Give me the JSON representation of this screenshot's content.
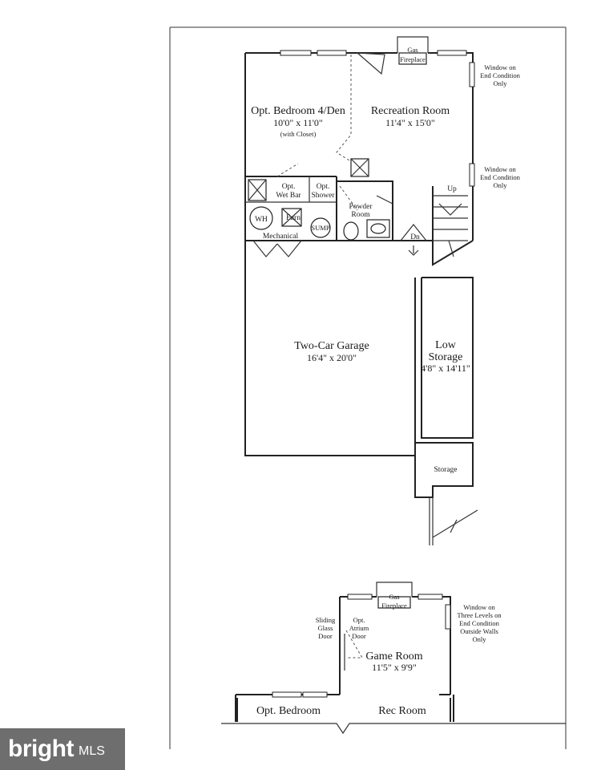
{
  "rooms": {
    "bedroom4": {
      "name": "Opt. Bedroom 4/Den",
      "dims": "10'0\" x 11'0\"",
      "note": "(with Closet)"
    },
    "recreation": {
      "name": "Recreation Room",
      "dims": "11'4\" x 15'0\""
    },
    "garage": {
      "name": "Two-Car Garage",
      "dims": "16'4\" x 20'0\""
    },
    "low_storage": {
      "line1": "Low",
      "line2": "Storage",
      "dims": "4'8\" x 14'11\""
    },
    "storage": "Storage",
    "powder": {
      "line1": "Powder",
      "line2": "Room"
    },
    "mechanical": "Mechanical",
    "wet_bar": {
      "line1": "Opt.",
      "line2": "Wet Bar"
    },
    "shower": {
      "line1": "Opt.",
      "line2": "Shower"
    },
    "game_room": {
      "name": "Game Room",
      "dims": "11'5\" x 9'9\""
    },
    "opt_bedroom": "Opt. Bedroom",
    "rec_room": "Rec Room"
  },
  "fixtures": {
    "wh": "WH",
    "furn": "Furn",
    "sump": "SUMP",
    "gas_fireplace_top": {
      "line1": "Gas",
      "line2": "Fireplace"
    },
    "gas_fireplace_bottom": {
      "line1": "Gas",
      "line2": "Fireplace"
    },
    "up": "Up",
    "dn": "Dn"
  },
  "notes": {
    "window_end_1": [
      "Window on",
      "End Condition",
      "Only"
    ],
    "window_end_2": [
      "Window on",
      "End Condition",
      "Only"
    ],
    "window_three_levels": [
      "Window on",
      "Three Levels on",
      "End Condition",
      "Outside Walls",
      "Only"
    ],
    "sliding_glass": [
      "Sliding",
      "Glass",
      "Door"
    ],
    "atrium_door": [
      "Opt.",
      "Atrium",
      "Door"
    ]
  },
  "watermark": {
    "word": "bright",
    "suffix": "MLS"
  }
}
